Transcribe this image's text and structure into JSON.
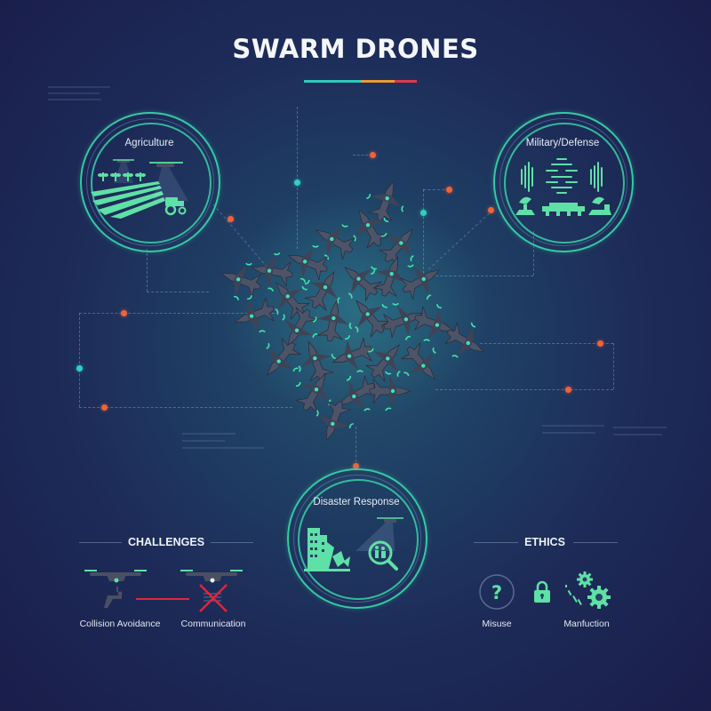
{
  "title": "SWARM DRONES",
  "title_bar": {
    "segments": [
      {
        "color": "#2ec9bd",
        "width": 64
      },
      {
        "color": "#eb9a34",
        "width": 38
      },
      {
        "color": "#dc3b4c",
        "width": 25
      }
    ]
  },
  "colors": {
    "accent_green": "#36c9a4",
    "icon_green": "#5fe0a6",
    "node_orange": "#f1623a",
    "node_teal": "#2fd1bf",
    "cross_red": "#e0263a",
    "background_dark": "#1a1d4a"
  },
  "applications": [
    {
      "id": "agriculture",
      "label": "Agriculture",
      "icon": "agriculture-drone-field-tractor-icon"
    },
    {
      "id": "military",
      "label": "Military/Defense",
      "icon": "military-radar-formation-icon"
    },
    {
      "id": "disaster",
      "label": "Disaster Response",
      "icon": "collapsed-building-search-icon"
    }
  ],
  "center": {
    "icon": "drone-swarm-illustration"
  },
  "challenges": {
    "title": "CHALLENGES",
    "items": [
      {
        "label": "Collision Avoidance",
        "icon": "drone-collision-icon"
      },
      {
        "label": "Communication",
        "icon": "drone-communication-blocked-icon"
      }
    ]
  },
  "ethics": {
    "title": "ETHICS",
    "items": [
      {
        "label": "Misuse",
        "icon": "question-circle-icon"
      },
      {
        "label": "",
        "icon": "padlock-icon"
      },
      {
        "label": "Manfuction",
        "icon": "broken-gears-icon"
      }
    ]
  }
}
